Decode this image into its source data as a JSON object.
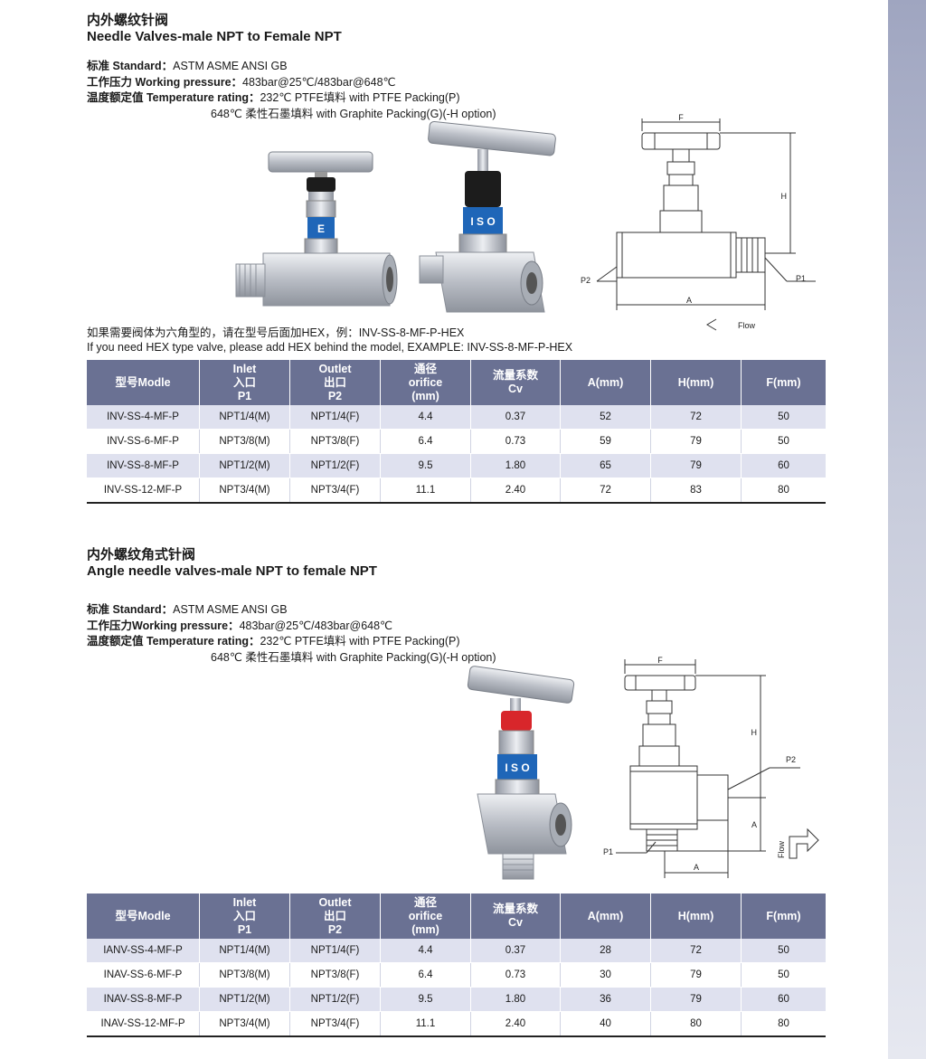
{
  "section1": {
    "title_cn": "内外螺纹针阀",
    "title_en": "Needle Valves-male NPT to Female NPT",
    "standard_label": "标准 Standard：",
    "standard_value": "ASTM ASME ANSI GB",
    "pressure_label": "工作压力 Working pressure：",
    "pressure_value": "483bar@25℃/483bar@648℃",
    "temp_label": "温度额定值 Temperature rating：",
    "temp_value": "232℃ PTFE填料 with PTFE Packing(P)",
    "temp_value2": "648℃ 柔性石墨填料 with Graphite Packing(G)(-H option)",
    "note_cn": "如果需要阀体为六角型的，请在型号后面加HEX，例：INV-SS-8-MF-P-HEX",
    "note_en": "If you need HEX type valve, please add HEX behind the model, EXAMPLE: INV-SS-8-MF-P-HEX",
    "diagram": {
      "f": "F",
      "h": "H",
      "p1": "P1",
      "p2": "P2",
      "a": "A",
      "flow": "Flow"
    },
    "badge_text": "I S O",
    "rows": [
      [
        "INV-SS-4-MF-P",
        "NPT1/4(M)",
        "NPT1/4(F)",
        "4.4",
        "0.37",
        "52",
        "72",
        "50"
      ],
      [
        "INV-SS-6-MF-P",
        "NPT3/8(M)",
        "NPT3/8(F)",
        "6.4",
        "0.73",
        "59",
        "79",
        "50"
      ],
      [
        "INV-SS-8-MF-P",
        "NPT1/2(M)",
        "NPT1/2(F)",
        "9.5",
        "1.80",
        "65",
        "79",
        "60"
      ],
      [
        "INV-SS-12-MF-P",
        "NPT3/4(M)",
        "NPT3/4(F)",
        "11.1",
        "2.40",
        "72",
        "83",
        "80"
      ]
    ]
  },
  "section2": {
    "title_cn": "内外螺纹角式针阀",
    "title_en": "Angle needle valves-male NPT to female NPT",
    "standard_label": "标准 Standard：",
    "standard_value": "ASTM ASME ANSI GB",
    "pressure_label": "工作压力Working pressure：",
    "pressure_value": "483bar@25℃/483bar@648℃",
    "temp_label": "温度额定值 Temperature rating：",
    "temp_value": "232℃ PTFE填料 with PTFE Packing(P)",
    "temp_value2": "648℃ 柔性石墨填料 with Graphite Packing(G)(-H option)",
    "diagram": {
      "f": "F",
      "h": "H",
      "p1": "P1",
      "p2": "P2",
      "a": "A",
      "a2": "A",
      "flow": "Flow"
    },
    "badge_text": "I S O",
    "rows": [
      [
        "IANV-SS-4-MF-P",
        "NPT1/4(M)",
        "NPT1/4(F)",
        "4.4",
        "0.37",
        "28",
        "72",
        "50"
      ],
      [
        "INAV-SS-6-MF-P",
        "NPT3/8(M)",
        "NPT3/8(F)",
        "6.4",
        "0.73",
        "30",
        "79",
        "50"
      ],
      [
        "INAV-SS-8-MF-P",
        "NPT1/2(M)",
        "NPT1/2(F)",
        "9.5",
        "1.80",
        "36",
        "79",
        "60"
      ],
      [
        "INAV-SS-12-MF-P",
        "NPT3/4(M)",
        "NPT3/4(F)",
        "11.1",
        "2.40",
        "40",
        "80",
        "80"
      ]
    ]
  },
  "table_header": {
    "model": "型号Modle",
    "inlet_en": "Inlet",
    "inlet_cn": "入口",
    "inlet_code": "P1",
    "outlet_en": "Outlet",
    "outlet_cn": "出口",
    "outlet_code": "P2",
    "orifice_cn": "通径",
    "orifice_en": "orifice",
    "orifice_unit": "(mm)",
    "cv_cn": "流量系数",
    "cv_en": "Cv",
    "a": "A(mm)",
    "h": "H(mm)",
    "f": "F(mm)"
  },
  "colors": {
    "header_bg": "#6a7193",
    "row_alt": "#dfe1ef",
    "iso_blue": "#1f66b8",
    "cap_red": "#d8262b",
    "cap_black": "#1c1c1c",
    "steel": "#c9ccd2"
  }
}
